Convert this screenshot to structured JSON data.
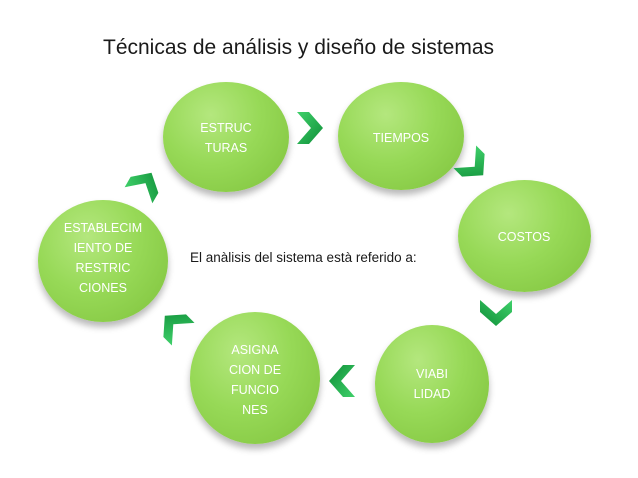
{
  "title": "Técnicas de análisis y diseño de sistemas",
  "center_text": "El anàlisis del sistema està referido a:",
  "nodes": [
    {
      "id": "estructuras",
      "label": "ESTRUC\nTURAS"
    },
    {
      "id": "tiempos",
      "label": "TIEMPOS"
    },
    {
      "id": "costos",
      "label": "COSTOS"
    },
    {
      "id": "viabilidad",
      "label": "VIABI\nLIDAD"
    },
    {
      "id": "asignacion",
      "label": "ASIGNA\nCION DE\nFUNCIO\nNES"
    },
    {
      "id": "restricciones",
      "label": "ESTABLECIM\nIENTO DE\nRESTRIC\nCIONES"
    }
  ],
  "colors": {
    "node_fill": "#97d957",
    "arrow_fill": "#1fb04a",
    "label_text": "#ffffff"
  }
}
